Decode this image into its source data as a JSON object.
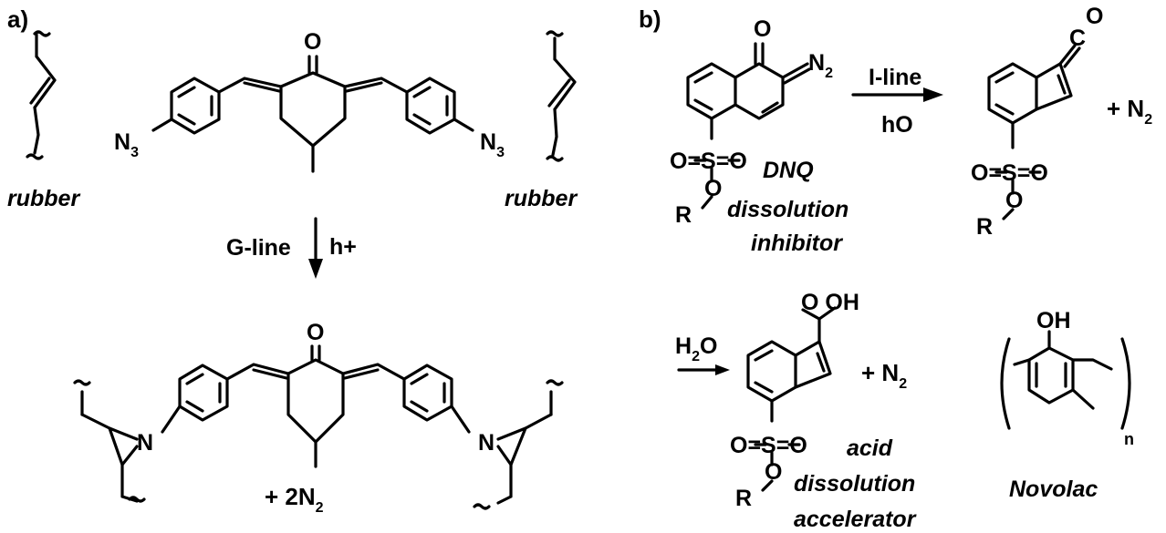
{
  "panels": {
    "a": {
      "label": "a)",
      "rubber_left": "rubber",
      "rubber_right": "rubber",
      "azide_left": "N",
      "azide_right": "N",
      "azide_sub": "3",
      "ketone_top": "O",
      "arrow_left": "G-line",
      "arrow_right": "h+",
      "ketone_bottom": "O",
      "aziridine_left": "N",
      "aziridine_right": "N",
      "product_prefix": "+ 2N",
      "product_sub": "2"
    },
    "b": {
      "label": "b)",
      "dnq_O": "O",
      "dnq_N": "N",
      "dnq_N_sub": "2",
      "sulfonyl_left": "O=S=O",
      "ester_O": "O",
      "R": "R",
      "dnq_line1": "DNQ",
      "dnq_line2": "dissolution",
      "dnq_line3": "inhibitor",
      "arrow1_top": "I-line",
      "arrow1_bottom": "hO",
      "ketene_O": "O",
      "ketene_C": "C",
      "plus_N2": "+ N",
      "N2_sub": "2",
      "water_H": "H",
      "water_sub": "2",
      "water_O": "O",
      "acid": "O      OH",
      "plus_N2_b": "+ N",
      "acid_line1": "acid",
      "acid_line2": "dissolution",
      "acid_line3": "accelerator",
      "novolac_OH": "OH",
      "novolac_n": "n",
      "novolac_label": "Novolac"
    }
  }
}
